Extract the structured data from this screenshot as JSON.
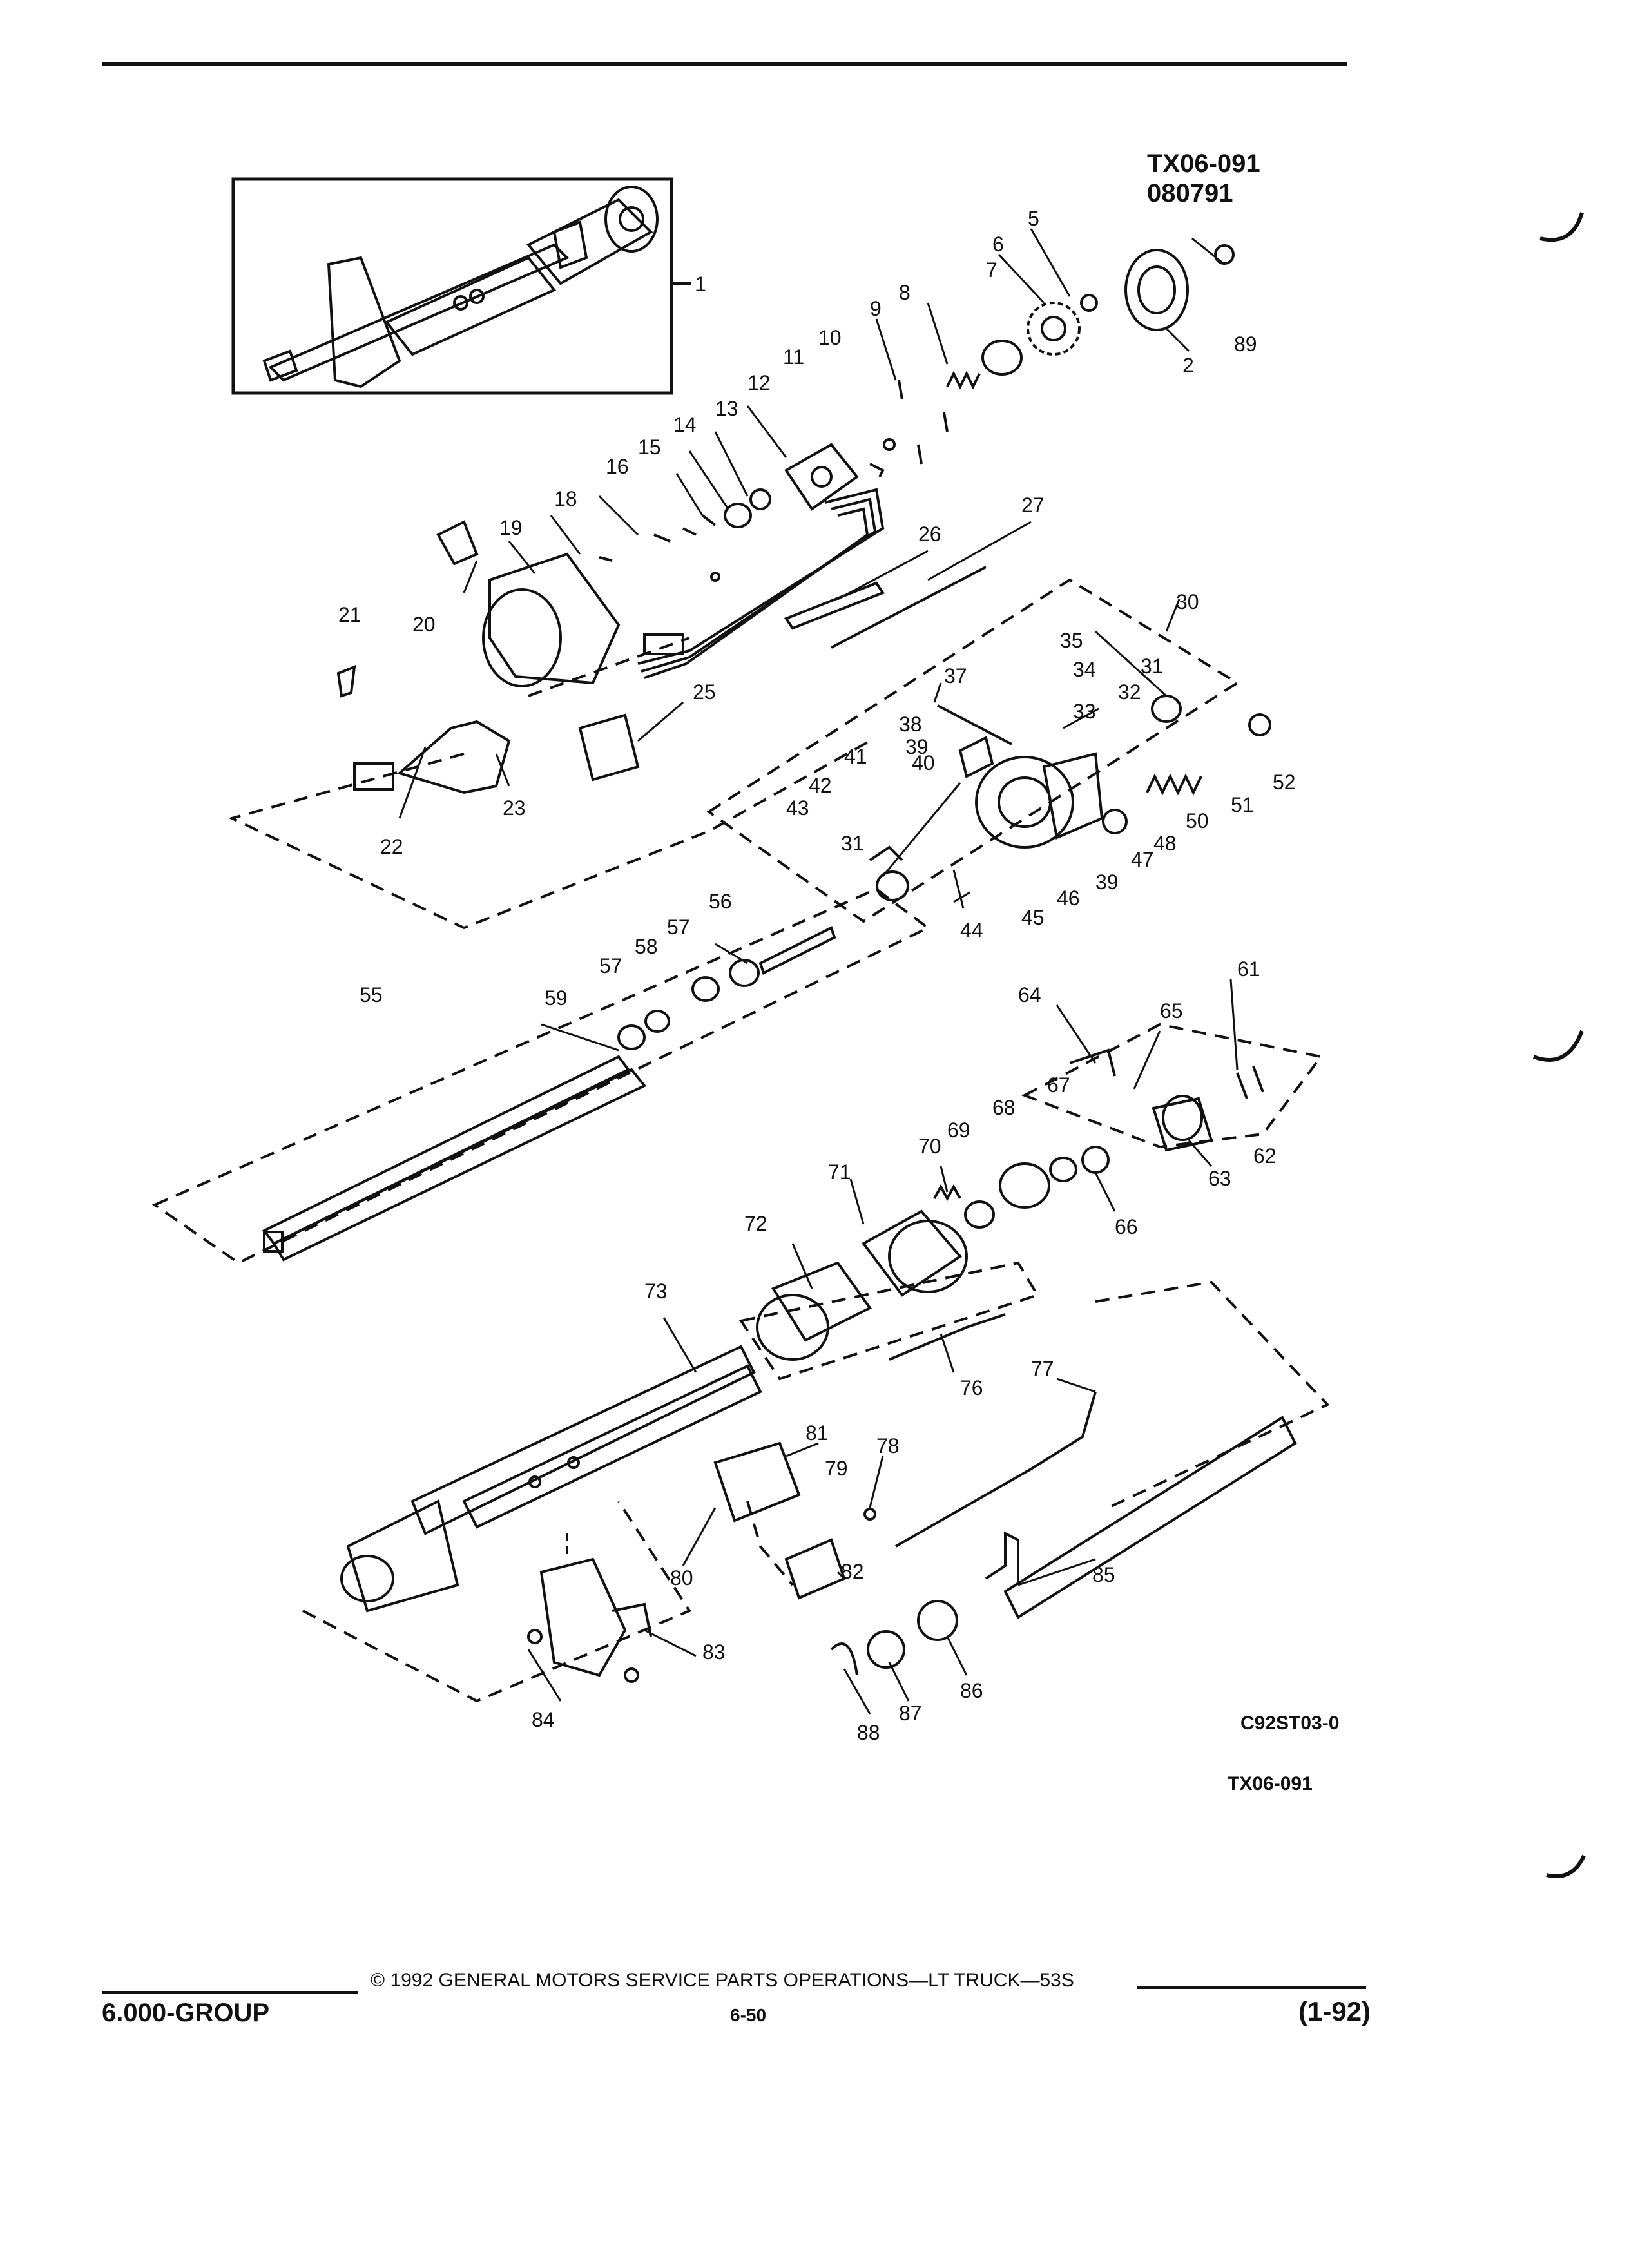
{
  "header": {
    "ref_code_1": "TX06-091",
    "ref_code_2": "080791"
  },
  "figure": {
    "code": "C92ST03-0",
    "ref": "TX06-091"
  },
  "footer": {
    "group": "6.000-GROUP",
    "copyright": "© 1992 GENERAL MOTORS SERVICE PARTS OPERATIONS—LT TRUCK—53S",
    "page": "6-50",
    "date": "(1-92)"
  },
  "callouts": {
    "c1": "1",
    "c2": "2",
    "c5": "5",
    "c6": "6",
    "c7": "7",
    "c8": "8",
    "c9": "9",
    "c10": "10",
    "c11": "11",
    "c12": "12",
    "c13": "13",
    "c14": "14",
    "c15": "15",
    "c16": "16",
    "c18": "18",
    "c19": "19",
    "c20": "20",
    "c21": "21",
    "c22": "22",
    "c23": "23",
    "c25": "25",
    "c26": "26",
    "c27": "27",
    "c30": "30",
    "c31a": "31",
    "c31b": "31",
    "c32": "32",
    "c33": "33",
    "c34": "34",
    "c35": "35",
    "c37": "37",
    "c38": "38",
    "c39a": "39",
    "c39b": "39",
    "c40": "40",
    "c41": "41",
    "c42": "42",
    "c43": "43",
    "c44": "44",
    "c45": "45",
    "c46": "46",
    "c47": "47",
    "c48": "48",
    "c50": "50",
    "c51": "51",
    "c52": "52",
    "c55": "55",
    "c56": "56",
    "c57a": "57",
    "c57b": "57",
    "c58": "58",
    "c59": "59",
    "c61": "61",
    "c62": "62",
    "c63": "63",
    "c64": "64",
    "c65": "65",
    "c66": "66",
    "c67": "67",
    "c68": "68",
    "c69": "69",
    "c70": "70",
    "c71": "71",
    "c72": "72",
    "c73": "73",
    "c76": "76",
    "c77": "77",
    "c78": "78",
    "c79": "79",
    "c80": "80",
    "c81": "81",
    "c82": "82",
    "c83": "83",
    "c84": "84",
    "c85": "85",
    "c86": "86",
    "c87": "87",
    "c88": "88",
    "c89": "89"
  }
}
